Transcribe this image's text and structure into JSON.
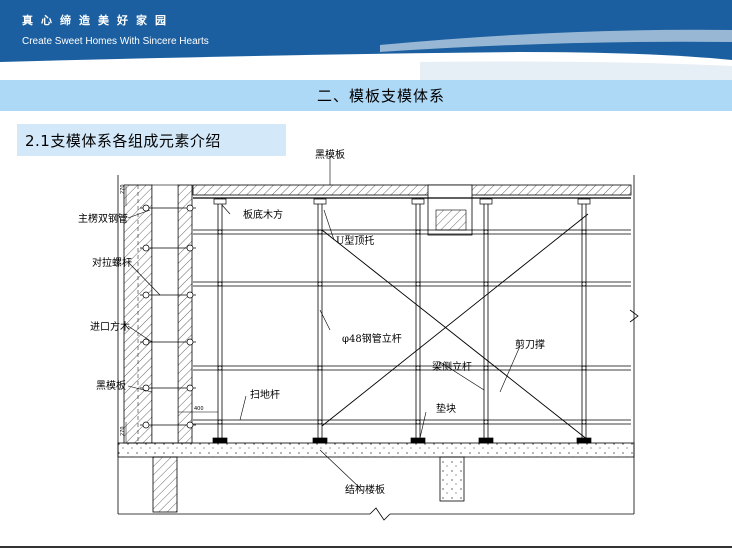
{
  "header": {
    "slogan_cn": "真心缔造美好家园",
    "slogan_en": "Create Sweet Homes With Sincere Hearts",
    "bg_color": "#1b5fa0"
  },
  "title": "二、模板支模体系",
  "subtitle": "2.1支模体系各组成元素介绍",
  "diagram": {
    "labels": {
      "black_formwork_top": "黑模板",
      "main_ridge_double_steel": "主楞双钢管",
      "tie_bolt": "对拉螺杆",
      "imported_timber": "进口方木",
      "black_formwork_side": "黑模板",
      "slab_bottom_timber": "板底木方",
      "u_top_support": "U型顶托",
      "steel_pipe_pole": "φ48钢管立杆",
      "beam_side_pole": "梁侧立杆",
      "scissor_brace": "剪刀撑",
      "sweep_bar": "扫地杆",
      "pad_block": "垫块",
      "structural_slab": "结构楼板"
    },
    "dims": {
      "d_top": "270",
      "d_bottom": "270",
      "d_sweep": "400"
    }
  }
}
